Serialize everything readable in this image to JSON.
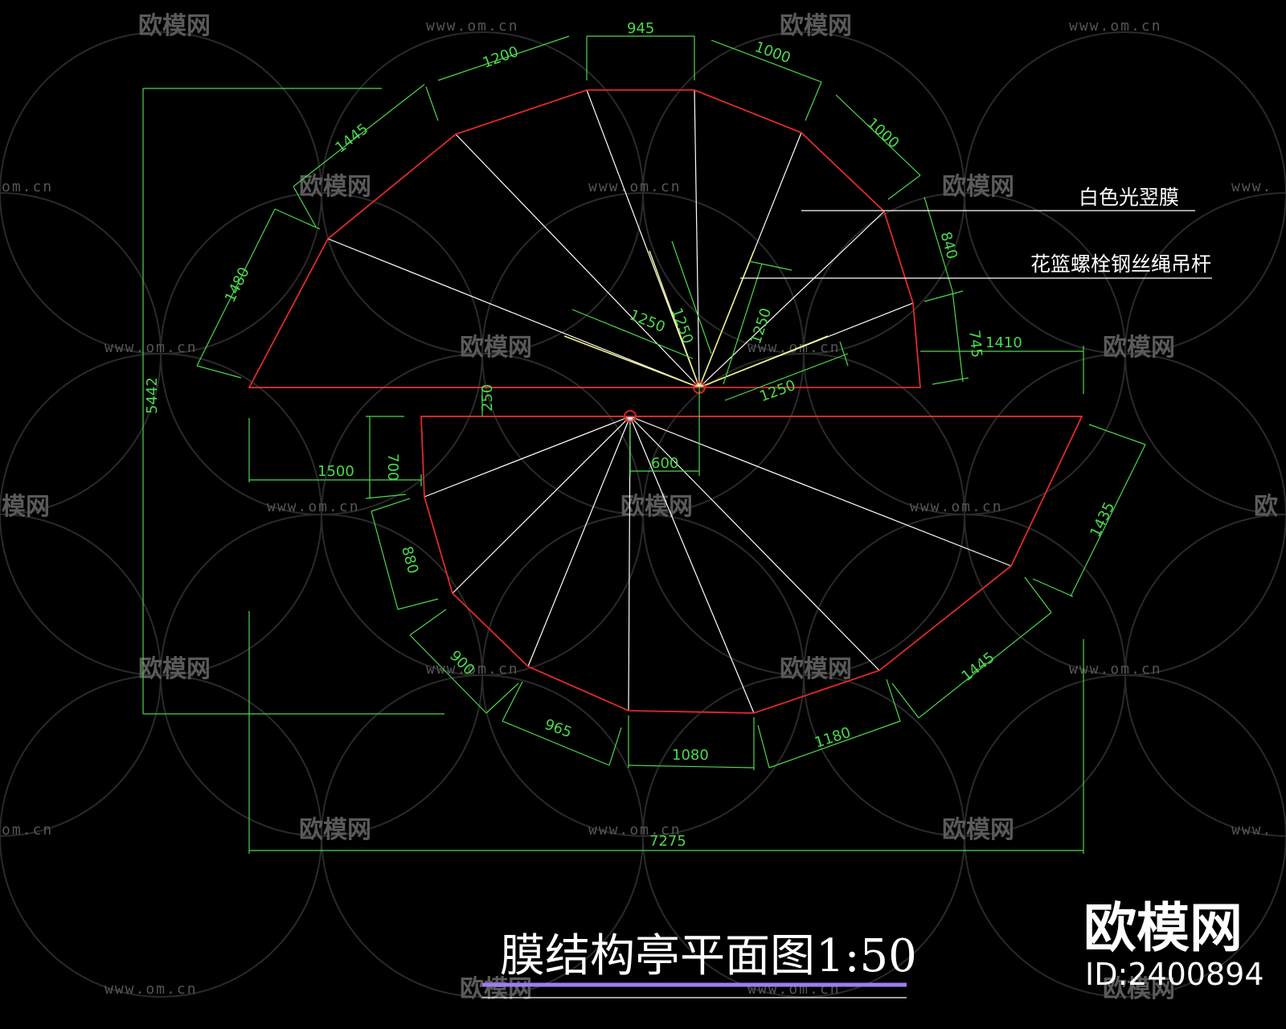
{
  "drawing": {
    "title": "膜结构亭平面图",
    "scale": "1:50",
    "labels": {
      "membrane": "白色光翌膜",
      "rod": "花篮螺栓钢丝绳吊杆"
    },
    "dimensions": {
      "top_945": "945",
      "top_1200": "1200",
      "top_1000a": "1000",
      "top_1000b": "1000",
      "top_1445": "1445",
      "top_1480": "1480",
      "top_840": "840",
      "top_745": "745",
      "top_1410": "1410",
      "r_1250a": "1250",
      "r_1250b": "1250",
      "r_1250c": "1250",
      "r_1250d": "1250",
      "gap_250": "250",
      "off_1500": "1500",
      "off_700": "700",
      "off_600": "600",
      "bot_880": "880",
      "bot_900": "900",
      "bot_965": "965",
      "bot_1080": "1080",
      "bot_1180": "1180",
      "bot_1445": "1445",
      "bot_1435": "1435",
      "total_5442": "5442",
      "total_7275": "7275"
    }
  },
  "watermark": {
    "url": "www.om.cn",
    "url_cut_left": "om.cn",
    "url_cut_right": "www.",
    "brand": "欧模网",
    "brand_cut": "模网",
    "brand_cut_right": "欧",
    "big_brand": "欧模网",
    "id": "ID:2400894"
  },
  "colors": {
    "outline": "#e02a2a",
    "dimension": "#4cd84c",
    "ribs": "#ffffff",
    "highlight": "#f0f08a",
    "title_underline": "#9b7ef0"
  }
}
